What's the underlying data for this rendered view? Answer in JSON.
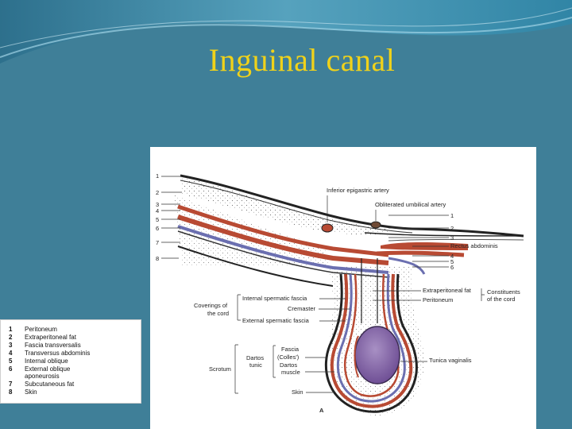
{
  "slide": {
    "title": "Inguinal canal"
  },
  "diagram": {
    "left_numbers": [
      "1",
      "2",
      "3",
      "4",
      "5",
      "6",
      "7",
      "8"
    ],
    "right_numbers": [
      "1",
      "2",
      "3",
      "4",
      "5",
      "6"
    ],
    "labels": {
      "inferior_epigastric_artery": "Inferior epigastric artery",
      "obliterated_umbilical_artery": "Obliterated umbilical artery",
      "rectus_abdominis": "Rectus abdominis",
      "extraperitoneal_fat": "Extraperitoneal fat",
      "peritoneum": "Peritoneum",
      "constituents_of_the_cord_1": "Constituents",
      "constituents_of_the_cord_2": "of the cord",
      "coverings_of_the_cord_1": "Coverings of",
      "coverings_of_the_cord_2": "the cord",
      "internal_spermatic_fascia": "Internal spermatic fascia",
      "cremaster": "Cremaster",
      "external_spermatic_fascia": "External spermatic fascia",
      "scrotum": "Scrotum",
      "dartos_tunic_1": "Dartos",
      "dartos_tunic_2": "tunic",
      "fascia_colles_1": "Fascia",
      "fascia_colles_2": "(Colles')",
      "dartos_muscle_1": "Dartos",
      "dartos_muscle_2": "muscle",
      "tunica_vaginalis": "Tunica vaginalis",
      "skin": "Skin",
      "panel_letter": "A"
    }
  },
  "legend": {
    "items": [
      {
        "n": "1",
        "text": "Peritoneum"
      },
      {
        "n": "2",
        "text": "Extraperitoneal fat"
      },
      {
        "n": "3",
        "text": "Fascia transversalis"
      },
      {
        "n": "4",
        "text": "Transversus abdominis"
      },
      {
        "n": "5",
        "text": "Internal oblique"
      },
      {
        "n": "6",
        "text": "External oblique"
      },
      {
        "n": "",
        "text": "aponeurosis"
      },
      {
        "n": "7",
        "text": "Subcutaneous fat"
      },
      {
        "n": "8",
        "text": "Skin"
      }
    ]
  },
  "colors": {
    "background": "#3f7f98",
    "title": "#f0d21a",
    "muscle_red": "#b84a33",
    "fascia_blue": "#6b6fb0",
    "testis_purple": "#8a6aaa"
  }
}
